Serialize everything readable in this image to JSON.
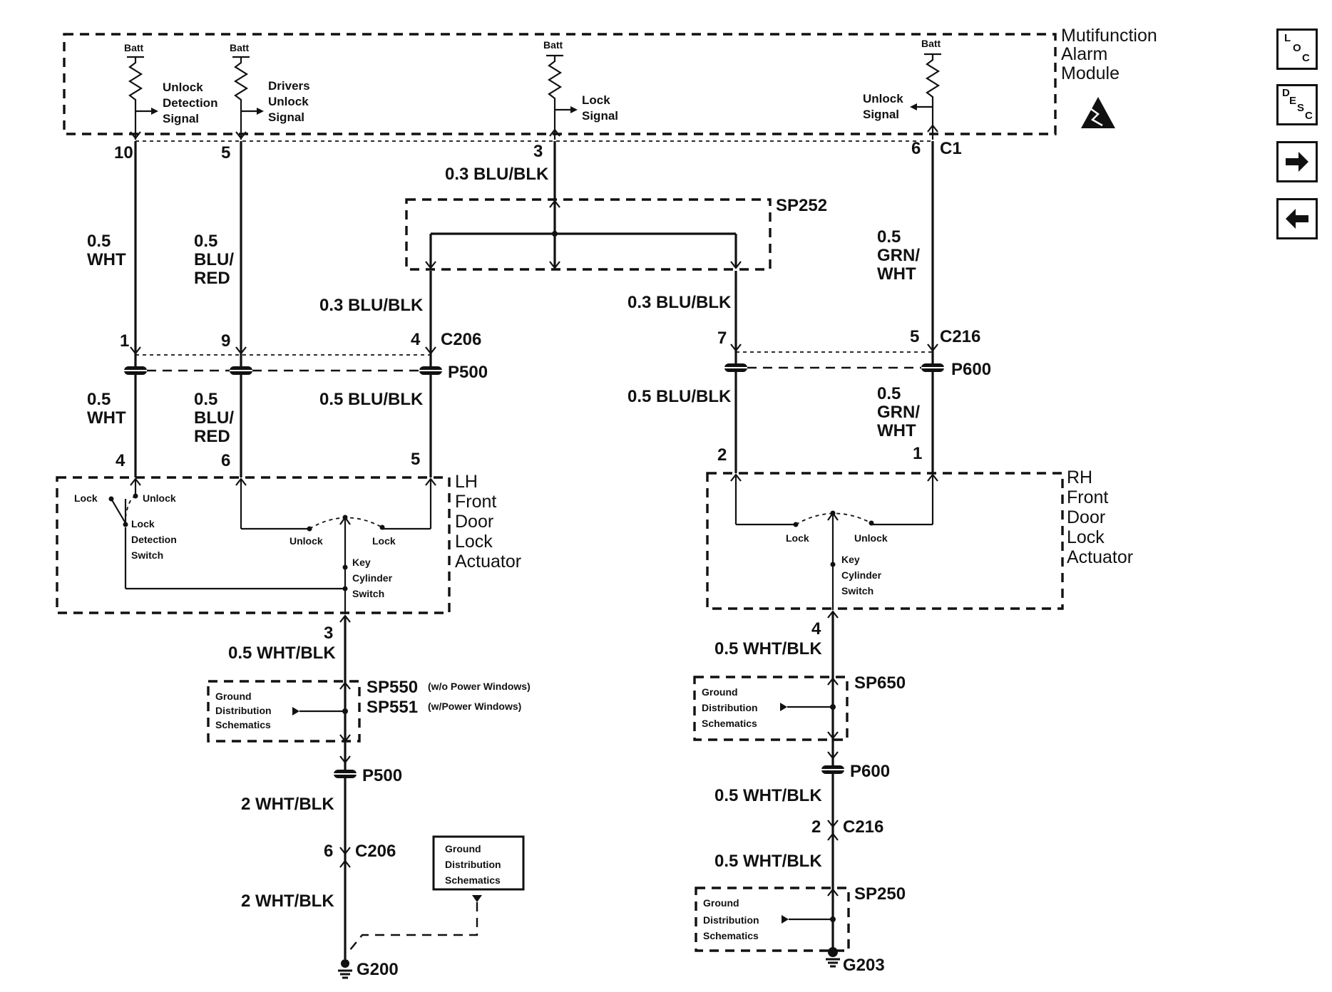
{
  "module": {
    "title_lines": [
      "Mutifunction",
      "Alarm",
      "Module"
    ],
    "connector": "C1"
  },
  "batt": "Batt",
  "signals": {
    "unlock_detection": [
      "Unlock",
      "Detection",
      "Signal"
    ],
    "drivers_unlock": [
      "Drivers",
      "Unlock",
      "Signal"
    ],
    "lock": [
      "Lock",
      "Signal"
    ],
    "unlock": [
      "Unlock",
      "Signal"
    ]
  },
  "pins": {
    "p10": "10",
    "p5": "5",
    "p3": "3",
    "p6": "6",
    "c206_1": "1",
    "c206_9": "9",
    "c206_4": "4",
    "c216_7": "7",
    "c216_5": "5",
    "lh_4": "4",
    "lh_6": "6",
    "lh_5": "5",
    "lh_3": "3",
    "rh_2": "2",
    "rh_1": "1",
    "rh_4": "4",
    "c206_6": "6",
    "c216_2": "2"
  },
  "wires": {
    "w_top_3": "0.3 BLU/BLK",
    "w_10_a": [
      "0.5",
      "WHT"
    ],
    "w_5_a": [
      "0.5",
      "BLU/",
      "RED"
    ],
    "w_6_a": [
      "0.5",
      "GRN/",
      "WHT"
    ],
    "w_sp_left": "0.3 BLU/BLK",
    "w_sp_right": "0.3 BLU/BLK",
    "w_10_b": [
      "0.5",
      "WHT"
    ],
    "w_5_b": [
      "0.5",
      "BLU/",
      "RED"
    ],
    "w_4_b": "0.5 BLU/BLK",
    "w_7_b": "0.5 BLU/BLK",
    "w_6_b": [
      "0.5",
      "GRN/",
      "WHT"
    ],
    "w_lh_gnd": "0.5 WHT/BLK",
    "w_lh_p500": "2 WHT/BLK",
    "w_lh_c206": "2 WHT/BLK",
    "w_rh_gnd": "0.5 WHT/BLK",
    "w_rh_p600": "0.5 WHT/BLK",
    "w_rh_c216": "0.5 WHT/BLK"
  },
  "connectors": {
    "sp252": "SP252",
    "c206": "C206",
    "c216": "C216",
    "p500": "P500",
    "p600": "P600",
    "sp550": "SP550",
    "sp551": "SP551",
    "sp550_note": "(w/o Power Windows)",
    "sp551_note": "(w/Power Windows)",
    "sp650": "SP650",
    "sp250": "SP250",
    "g200": "G200",
    "g203": "G203"
  },
  "lh_actuator": {
    "title_lines": [
      "LH",
      "Front",
      "Door",
      "Lock",
      "Actuator"
    ],
    "lock": "Lock",
    "unlock": "Unlock",
    "detect_switch": [
      "Lock",
      "Detection",
      "Switch"
    ],
    "cyl_unlock": "Unlock",
    "cyl_lock": "Lock",
    "key_switch": [
      "Key",
      "Cylinder",
      "Switch"
    ]
  },
  "rh_actuator": {
    "title_lines": [
      "RH",
      "Front",
      "Door",
      "Lock",
      "Actuator"
    ],
    "cyl_lock": "Lock",
    "cyl_unlock": "Unlock",
    "key_switch": [
      "Key",
      "Cylinder",
      "Switch"
    ]
  },
  "ground_dist": [
    "Ground",
    "Distribution",
    "Schematics"
  ],
  "nav": {
    "loc": {
      "letters": [
        "L",
        "O",
        "C"
      ]
    },
    "desc": {
      "letters": [
        "D",
        "E",
        "S",
        "C"
      ]
    },
    "next_icon": "right-arrow-icon",
    "prev_icon": "left-arrow-icon"
  }
}
